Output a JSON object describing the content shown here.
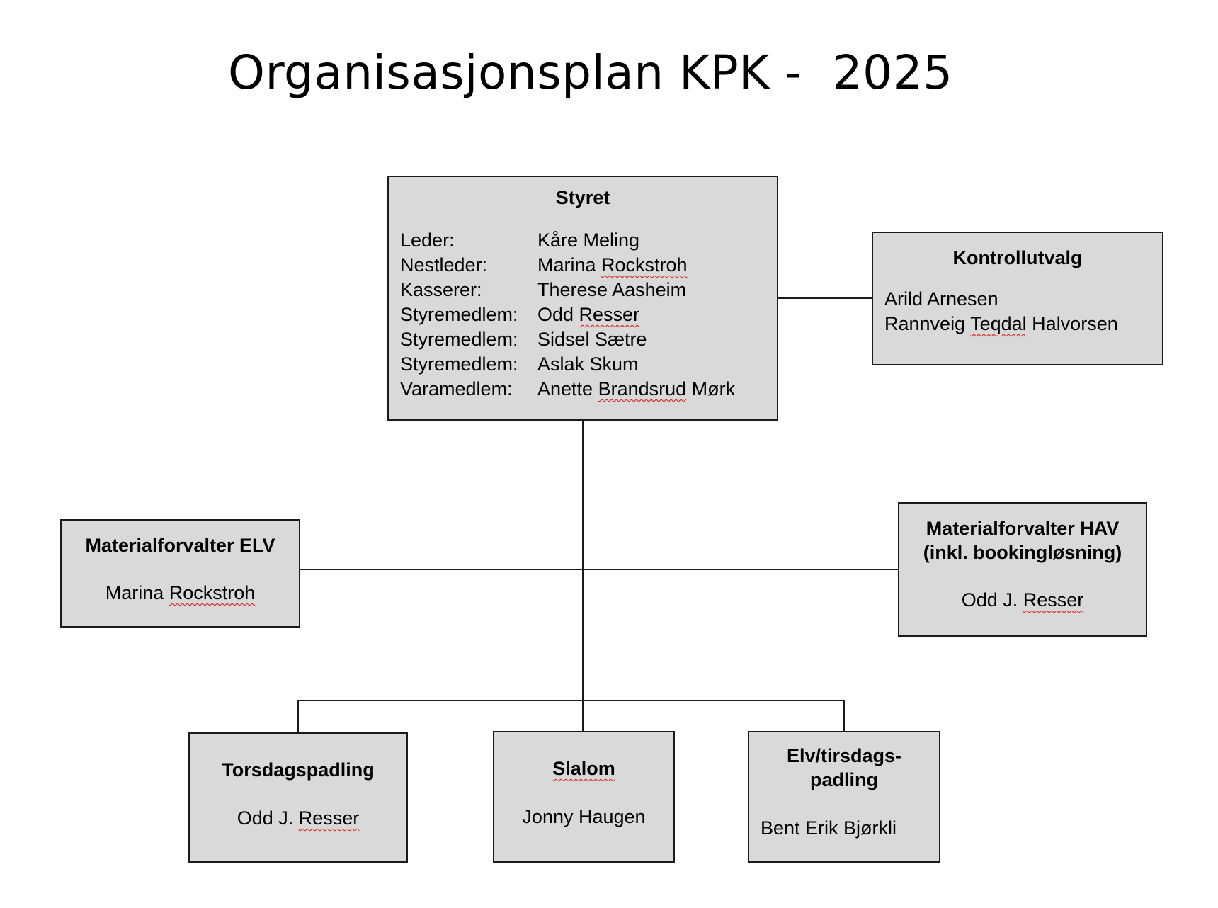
{
  "title": "Organisasjonsplan KPK -  2025",
  "styret": {
    "heading": "Styret",
    "rows": [
      {
        "role": "Leder:",
        "first": "Kåre Meling",
        "flagged": "",
        "rest": ""
      },
      {
        "role": "Nestleder:",
        "first": "Marina ",
        "flagged": "Rockstroh",
        "rest": ""
      },
      {
        "role": "Kasserer:",
        "first": "Therese Aasheim",
        "flagged": "",
        "rest": ""
      },
      {
        "role": "Styremedlem:",
        "first": "Odd ",
        "flagged": "Resser",
        "rest": ""
      },
      {
        "role": "Styremedlem:",
        "first": "Sidsel Sætre",
        "flagged": "",
        "rest": ""
      },
      {
        "role": "Styremedlem:",
        "first": "Aslak Skum",
        "flagged": "",
        "rest": ""
      },
      {
        "role": "Varamedlem:",
        "first": "Anette ",
        "flagged": "Brandsrud",
        "rest": " Mørk"
      }
    ]
  },
  "kontrollutvalg": {
    "heading": "Kontrollutvalg",
    "member1": "Arild Arnesen",
    "member2_first": "Rannveig ",
    "member2_flagged": "Teqdal",
    "member2_rest": " Halvorsen"
  },
  "material_elv": {
    "heading": "Materialforvalter ELV",
    "name_first": "Marina ",
    "name_flagged": "Rockstroh"
  },
  "material_hav": {
    "heading_line1": "Materialforvalter HAV",
    "heading_line2": "(inkl. bookingløsning)",
    "name_first": "Odd J. ",
    "name_flagged": "Resser"
  },
  "torsdagspadling": {
    "heading": "Torsdagspadling",
    "name_first": "Odd J. ",
    "name_flagged": "Resser"
  },
  "slalom": {
    "heading": "Slalom",
    "name": "Jonny Haugen"
  },
  "elv_tirsdag": {
    "heading_line1": "Elv/tirsdags-",
    "heading_line2": "padling",
    "name": "Bent Erik Bjørkli"
  }
}
